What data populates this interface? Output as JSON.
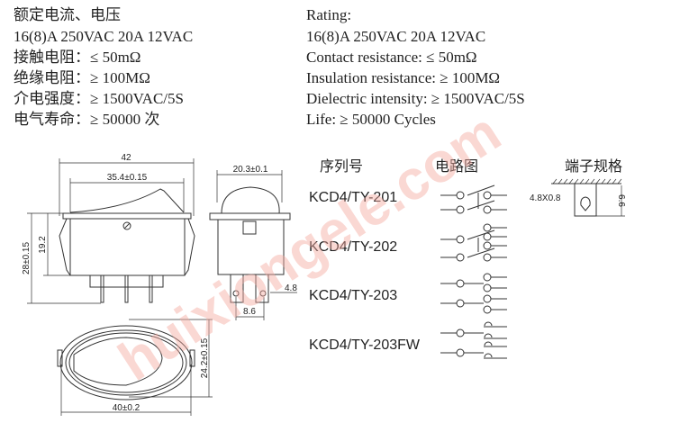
{
  "specs_cn": {
    "title": "额定电流、电压",
    "rating": "16(8)A 250VAC 20A 12VAC",
    "contact": "接触电阻：≤ 50mΩ",
    "insulation": "绝缘电阻：≥ 100MΩ",
    "dielectric": "介电强度：≥ 1500VAC/5S",
    "life": "电气寿命：≥ 50000 次"
  },
  "specs_en": {
    "title": "Rating:",
    "rating": "16(8)A 250VAC 20A 12VAC",
    "contact": "Contact resistance: ≤ 50mΩ",
    "insulation": "Insulation resistance: ≥ 100MΩ",
    "dielectric": "Dielectric intensity: ≥ 1500VAC/5S",
    "life": "Life: ≥ 50000 Cycles"
  },
  "headers": {
    "serial": "序列号",
    "circuit": "电路图",
    "terminal": "端子规格"
  },
  "models": [
    "KCD4/TY-201",
    "KCD4/TY-202",
    "KCD4/TY-203",
    "KCD4/TY-203FW"
  ],
  "dimensions": {
    "width_total": "42",
    "width_rocker": "35.4±0.15",
    "height_total": "28±0.15",
    "height_body": "19.2",
    "side_width": "20.3±0.1",
    "terminal_gap": "4.8",
    "terminal_pitch": "8.6",
    "oval_width": "40±0.2",
    "oval_height": "24.2±0.15",
    "terminal_size": "4.8X0.8",
    "terminal_length": "6.6"
  },
  "watermark": "huixiongele.com"
}
